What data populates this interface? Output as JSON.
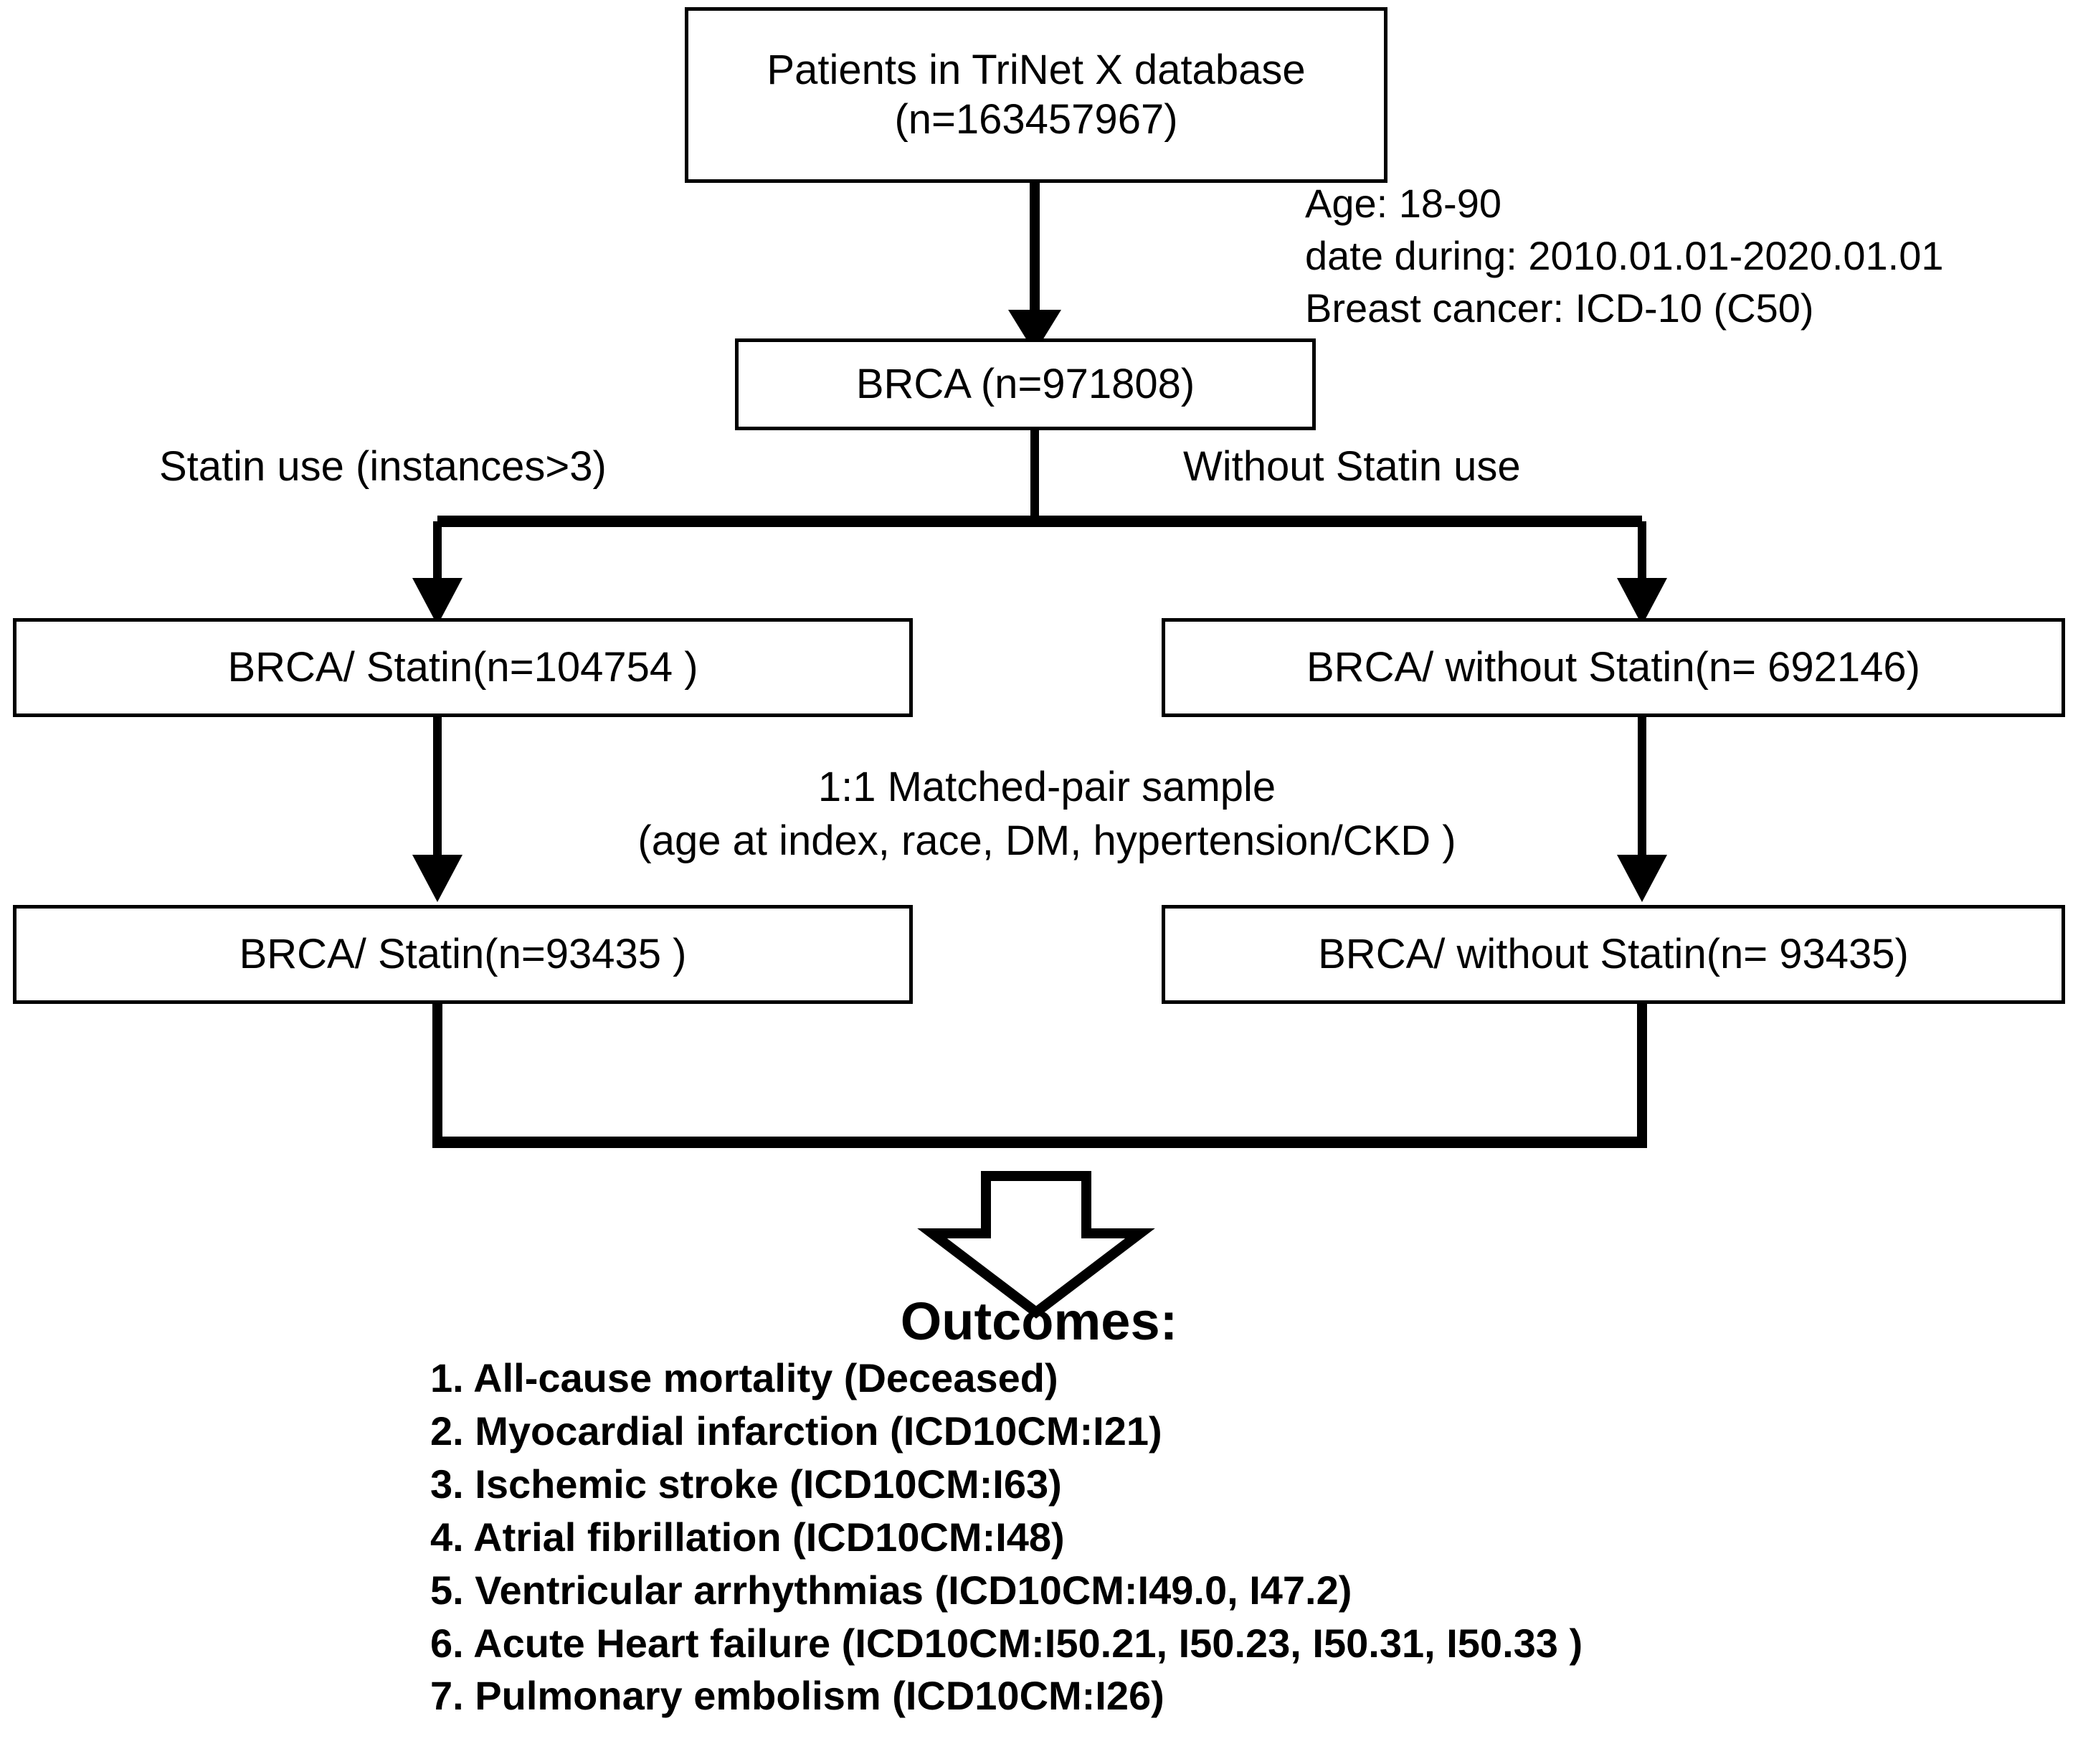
{
  "figure": {
    "type": "flowchart",
    "title": "Study cohort selection flow diagram"
  },
  "nodes": {
    "source": {
      "label": "Patients in TriNet X database\n(n=163457967)",
      "n": 163457967
    },
    "brca": {
      "label": "BRCA (n=971808)",
      "n": 971808
    },
    "statin_unmatched": {
      "label": "BRCA/ Statin(n=104754 )",
      "n": 104754
    },
    "nostatin_unmatched": {
      "label": "BRCA/ without Statin(n= 692146)",
      "n": 692146
    },
    "statin_matched": {
      "label": "BRCA/ Statin(n=93435 )",
      "n": 93435
    },
    "nostatin_matched": {
      "label": "BRCA/ without Statin(n= 93435)",
      "n": 93435
    }
  },
  "annotations": {
    "inclusion_criteria": "Age: 18-90\ndate during: 2010.01.01-2020.01.01\nBreast cancer: ICD-10 (C50)",
    "matching": "1:1 Matched-pair sample\n(age at index, race, DM, hypertension/CKD  )"
  },
  "edge_labels": {
    "left_branch": "Statin use (instances>3)",
    "right_branch": "Without Statin use"
  },
  "outcomes": {
    "heading": "Outcomes:",
    "items": [
      "1. All-cause mortality (Deceased)",
      "2. Myocardial infarction (ICD10CM:I21)",
      "3. Ischemic stroke (ICD10CM:I63)",
      "4. Atrial fibrillation (ICD10CM:I48)",
      "5. Ventricular arrhythmias (ICD10CM:I49.0, I47.2)",
      "6. Acute Heart failure (ICD10CM:I50.21, I50.23, I50.31, I50.33 )",
      "7. Pulmonary embolism (ICD10CM:I26)"
    ]
  },
  "colors": {
    "stroke": "#000000",
    "fill": "#ffffff",
    "text": "#000000"
  }
}
